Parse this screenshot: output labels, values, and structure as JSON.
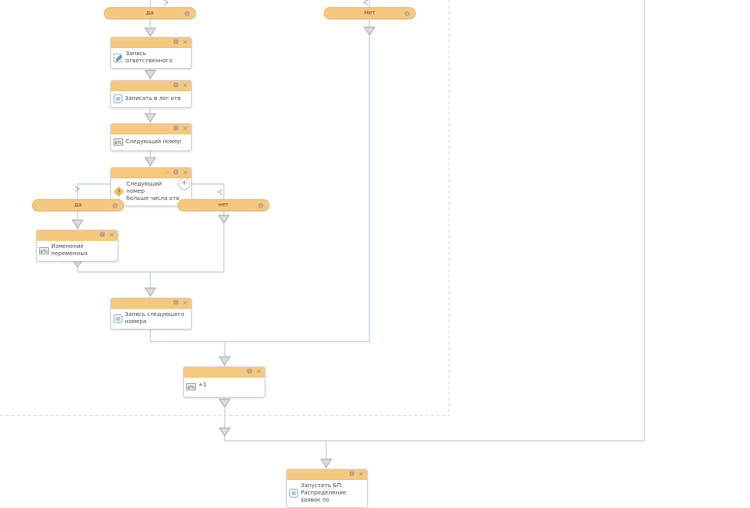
{
  "pills": {
    "yes_top": {
      "label": "да"
    },
    "no_top": {
      "label": "Нет"
    },
    "yes_branch": {
      "label": "да"
    },
    "no_branch": {
      "label": "нет"
    }
  },
  "blocks": {
    "record_responsible": {
      "title": "Запись ответственного"
    },
    "write_log": {
      "title": "Записать в лог отв"
    },
    "next_number": {
      "title": "Следующий номер"
    },
    "gateway_next_number": {
      "title_line1": "Следующий номер",
      "title_line2": "больше числа отв"
    },
    "change_variables": {
      "title": "Изменение переменных"
    },
    "record_next_number": {
      "title": "Запись следующего номера"
    },
    "increment": {
      "title": "+1"
    },
    "start_process": {
      "title_line1": "Запустить БП:",
      "title_line2": "Распределение заявок по"
    }
  },
  "icons": {
    "variables_label": "в%",
    "gateway_label": "?"
  },
  "controls": {
    "minimize": "–",
    "close": "×",
    "add": "+"
  },
  "colors": {
    "node_fill": "#f6c87e",
    "node_border": "#e9b660",
    "connector": "#bccedc",
    "arrow_fill": "#dcdcdc",
    "dashed_boundary": "#dbdbdb"
  }
}
